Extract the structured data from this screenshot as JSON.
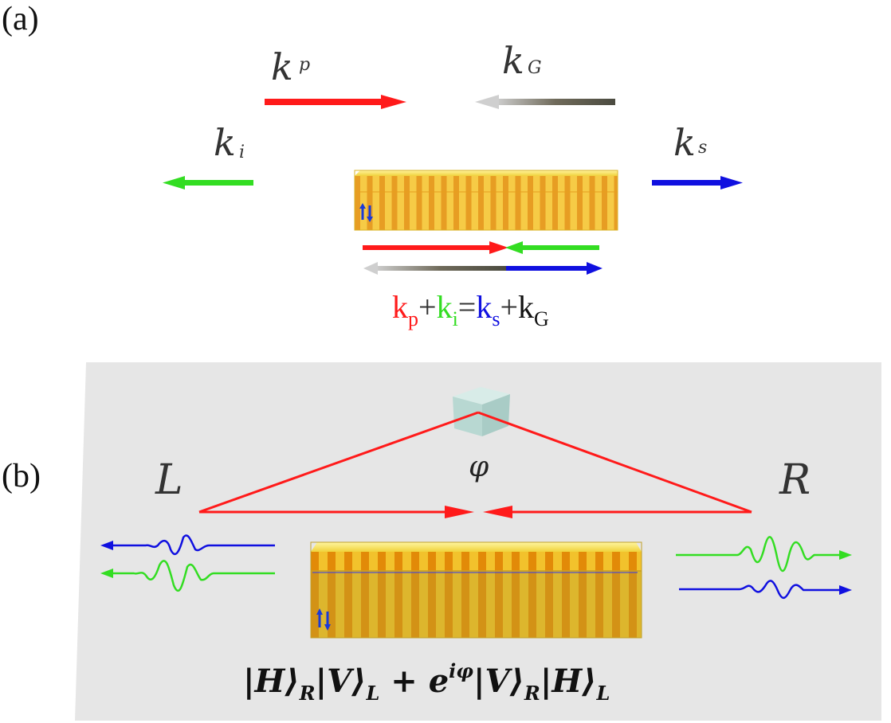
{
  "panels": {
    "a_label": "(a)",
    "b_label": "(b)"
  },
  "wavevectors": {
    "kp": {
      "main": "k",
      "sub": "p"
    },
    "kG": {
      "main": "k",
      "sub": "G"
    },
    "ki": {
      "main": "k",
      "sub": "i"
    },
    "ks": {
      "main": "k",
      "sub": "s"
    }
  },
  "phase_matching": {
    "kp": "k",
    "kp_sub": "p",
    "plus1": "+",
    "ki": "k",
    "ki_sub": "i",
    "equals": "=",
    "ks": "k",
    "ks_sub": "s",
    "plus2": "+",
    "kG": "k",
    "kG_sub": "G"
  },
  "setup": {
    "left_label": "L",
    "right_label": "R",
    "phase_label": "φ",
    "state_part1": "|H⟩",
    "state_sub1": "R",
    "state_part2": "|V⟩",
    "state_sub2": "L",
    "state_plus": " + e",
    "state_sup": "iφ",
    "state_part3": "|V⟩",
    "state_sub3": "R",
    "state_part4": "|H⟩",
    "state_sub4": "L"
  },
  "colors": {
    "pump": "#ff1a1a",
    "idler": "#33dd22",
    "signal": "#1010e0",
    "grating": "#555555",
    "crystal_yellow": "#f2d43a",
    "crystal_orange": "#e8900c",
    "background_b": "#e6e6e6"
  }
}
